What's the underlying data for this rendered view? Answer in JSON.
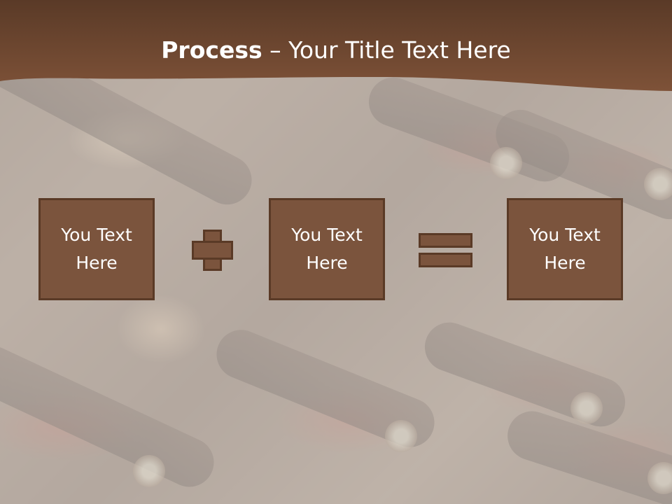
{
  "slide": {
    "title_bold": "Process",
    "title_rest": " – Your Title Text Here"
  },
  "process": {
    "box1_text": "You Text Here",
    "box2_text": "You Text Here",
    "box3_text": "You Text Here",
    "operator1": "plus-icon",
    "operator2": "equals-icon"
  },
  "colors": {
    "banner": "#6b4530",
    "box_fill": "#7b543d",
    "box_border": "#5a3a26",
    "title_text": "#ffffff"
  }
}
